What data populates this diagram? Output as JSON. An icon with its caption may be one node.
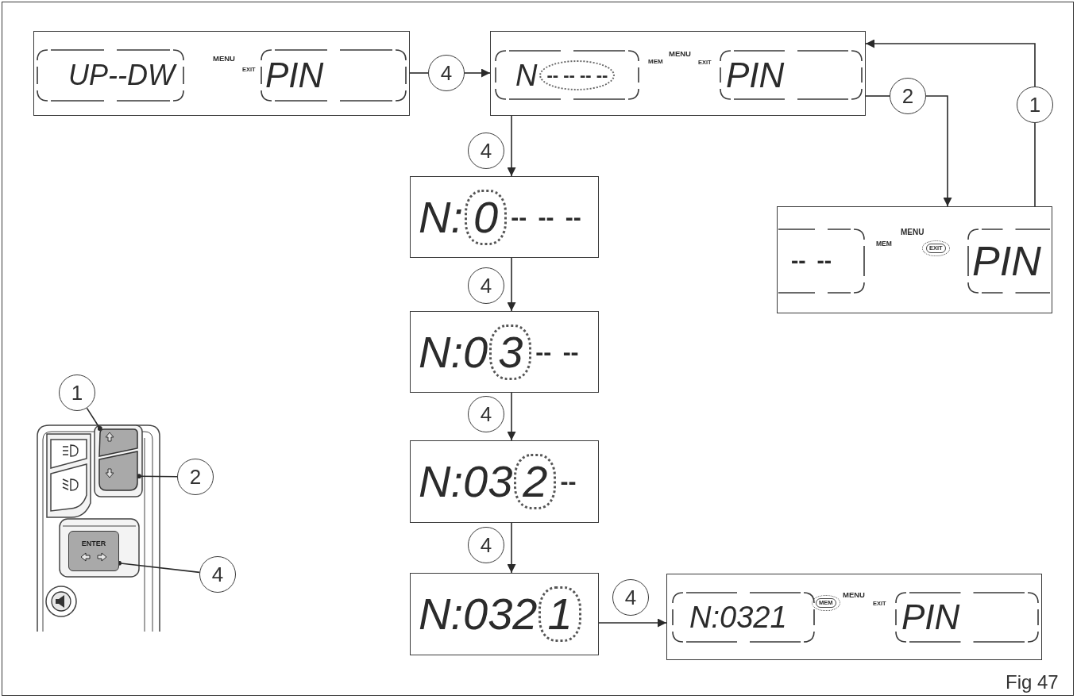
{
  "diagram": {
    "nodes": [
      {
        "text": [
          "MENU",
          "EXIT"
        ]
      },
      {
        "text": [
          "UP--DW"
        ],
        "in": 0
      },
      {
        "text": [
          "PIN"
        ],
        "in": 0
      },
      {
        "text": [
          "4"
        ]
      },
      {
        "text": [
          "MEM",
          "MENU",
          "EXIT"
        ]
      },
      {
        "text": [
          "N",
          "-- -- -- --"
        ],
        "in": 4
      },
      {
        "text": [
          "PIN"
        ],
        "in": 4
      },
      {
        "text": [
          "2"
        ]
      },
      {
        "text": [
          "1"
        ]
      },
      {
        "text": [
          "MEM",
          "MENU",
          "EXIT"
        ]
      },
      {
        "text": [
          "-- --"
        ],
        "in": 9
      },
      {
        "text": [
          "PIN"
        ],
        "in": 9
      },
      {
        "text": [
          "4"
        ]
      },
      {
        "text": [
          "N:",
          "0",
          "-- -- --"
        ]
      },
      {
        "text": [
          "4"
        ]
      },
      {
        "text": [
          "N:0",
          "3",
          "-- --"
        ]
      },
      {
        "text": [
          "4"
        ]
      },
      {
        "text": [
          "N:03",
          "2",
          "--"
        ]
      },
      {
        "text": [
          "4"
        ]
      },
      {
        "text": [
          "N:032",
          "1"
        ]
      },
      {
        "text": [
          "4"
        ]
      },
      {
        "text": [
          "MEM",
          "MENU",
          "EXIT"
        ]
      },
      {
        "text": [
          "N:0321"
        ],
        "in": 21
      },
      {
        "text": [
          "PIN"
        ],
        "in": 21
      },
      {
        "text": [
          "1"
        ]
      },
      {
        "text": [
          "2"
        ]
      },
      {
        "text": [
          "4"
        ]
      },
      {
        "text": [],
        "shape": "box"
      },
      {
        "text": [],
        "shape": "box"
      },
      {
        "text": [
          "ENTER"
        ]
      }
    ],
    "edges": [
      {
        "from": 0,
        "to": 3,
        "arrow": "none"
      },
      {
        "from": 3,
        "to": 4,
        "arrow": "to"
      },
      {
        "from": 4,
        "to": 7,
        "arrow": "none"
      },
      {
        "from": 7,
        "to": 9,
        "arrow": "to"
      },
      {
        "from": 9,
        "to": 8,
        "arrow": "none"
      },
      {
        "from": 8,
        "to": 4,
        "arrow": "to"
      },
      {
        "from": 4,
        "to": 13,
        "arrow": "to"
      },
      {
        "from": 13,
        "to": 15,
        "arrow": "to"
      },
      {
        "from": 15,
        "to": 17,
        "arrow": "to"
      },
      {
        "from": 17,
        "to": 19,
        "arrow": "to"
      },
      {
        "from": 19,
        "to": 21,
        "arrow": "to"
      },
      {
        "from": 24,
        "to": 27,
        "arrow": "other"
      },
      {
        "from": 25,
        "to": 28,
        "arrow": "other"
      },
      {
        "from": 26,
        "to": 29,
        "arrow": "other"
      }
    ],
    "labels": [
      "Fig 47"
    ]
  }
}
